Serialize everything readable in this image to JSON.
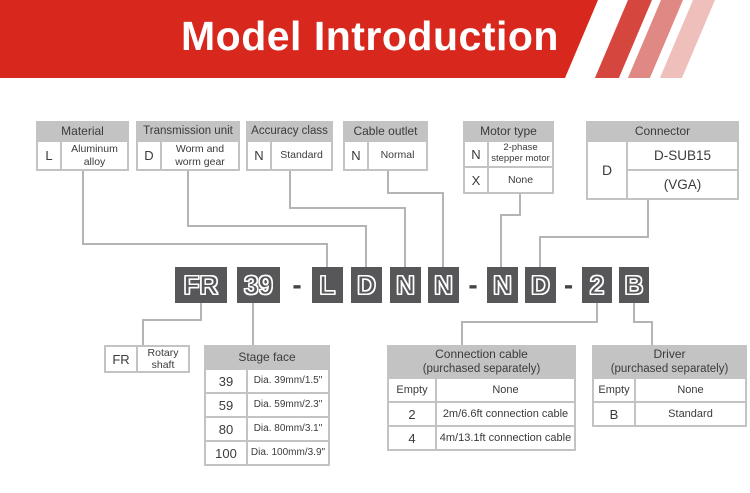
{
  "colors": {
    "accent_red": "#d8281e",
    "stripe_mid": "#d5463e",
    "stripe_light": "#e08984",
    "stripe_pale": "#efbfbc",
    "table_gray": "#c3c3c3",
    "box_charcoal": "#57575a",
    "line_gray": "#b4b4b4",
    "text_dark": "#3b3b3b"
  },
  "banner": {
    "title": "Model Introduction"
  },
  "top_tables": {
    "material": {
      "title": "Material",
      "rows": [
        {
          "code": "L",
          "desc": "Aluminum alloy"
        }
      ]
    },
    "transmission": {
      "title": "Transmission unit",
      "rows": [
        {
          "code": "D",
          "desc": "Worm and worm gear"
        }
      ]
    },
    "accuracy": {
      "title": "Accuracy class",
      "rows": [
        {
          "code": "N",
          "desc": "Standard"
        }
      ]
    },
    "cable_outlet": {
      "title": "Cable outlet",
      "rows": [
        {
          "code": "N",
          "desc": "Normal"
        }
      ]
    },
    "motor_type": {
      "title": "Motor type",
      "rows": [
        {
          "code": "N",
          "desc": "2-phase stepper motor"
        },
        {
          "code": "X",
          "desc": "None"
        }
      ]
    },
    "connector": {
      "title": "Connector",
      "code": "D",
      "desc_line1": "D-SUB15",
      "desc_line2": "(VGA)"
    }
  },
  "model_code": [
    "FR",
    "39",
    "-",
    "L",
    "D",
    "N",
    "N",
    "-",
    "N",
    "D",
    "-",
    "2",
    "B"
  ],
  "bottom_tables": {
    "shaft": {
      "code": "FR",
      "desc": "Rotary shaft"
    },
    "stage_face": {
      "title": "Stage face",
      "rows": [
        {
          "code": "39",
          "desc": "Dia. 39mm/1.5\""
        },
        {
          "code": "59",
          "desc": "Dia. 59mm/2.3\""
        },
        {
          "code": "80",
          "desc": "Dia. 80mm/3.1\""
        },
        {
          "code": "100",
          "desc": "Dia. 100mm/3.9\""
        }
      ]
    },
    "connection_cable": {
      "title": "Connection cable",
      "subtitle": "(purchased separately)",
      "rows": [
        {
          "code": "Empty",
          "desc": "None"
        },
        {
          "code": "2",
          "desc": "2m/6.6ft connection cable"
        },
        {
          "code": "4",
          "desc": "4m/13.1ft connection cable"
        }
      ]
    },
    "driver": {
      "title": "Driver",
      "subtitle": "(purchased separately)",
      "rows": [
        {
          "code": "Empty",
          "desc": "None"
        },
        {
          "code": "B",
          "desc": "Standard"
        }
      ]
    }
  }
}
